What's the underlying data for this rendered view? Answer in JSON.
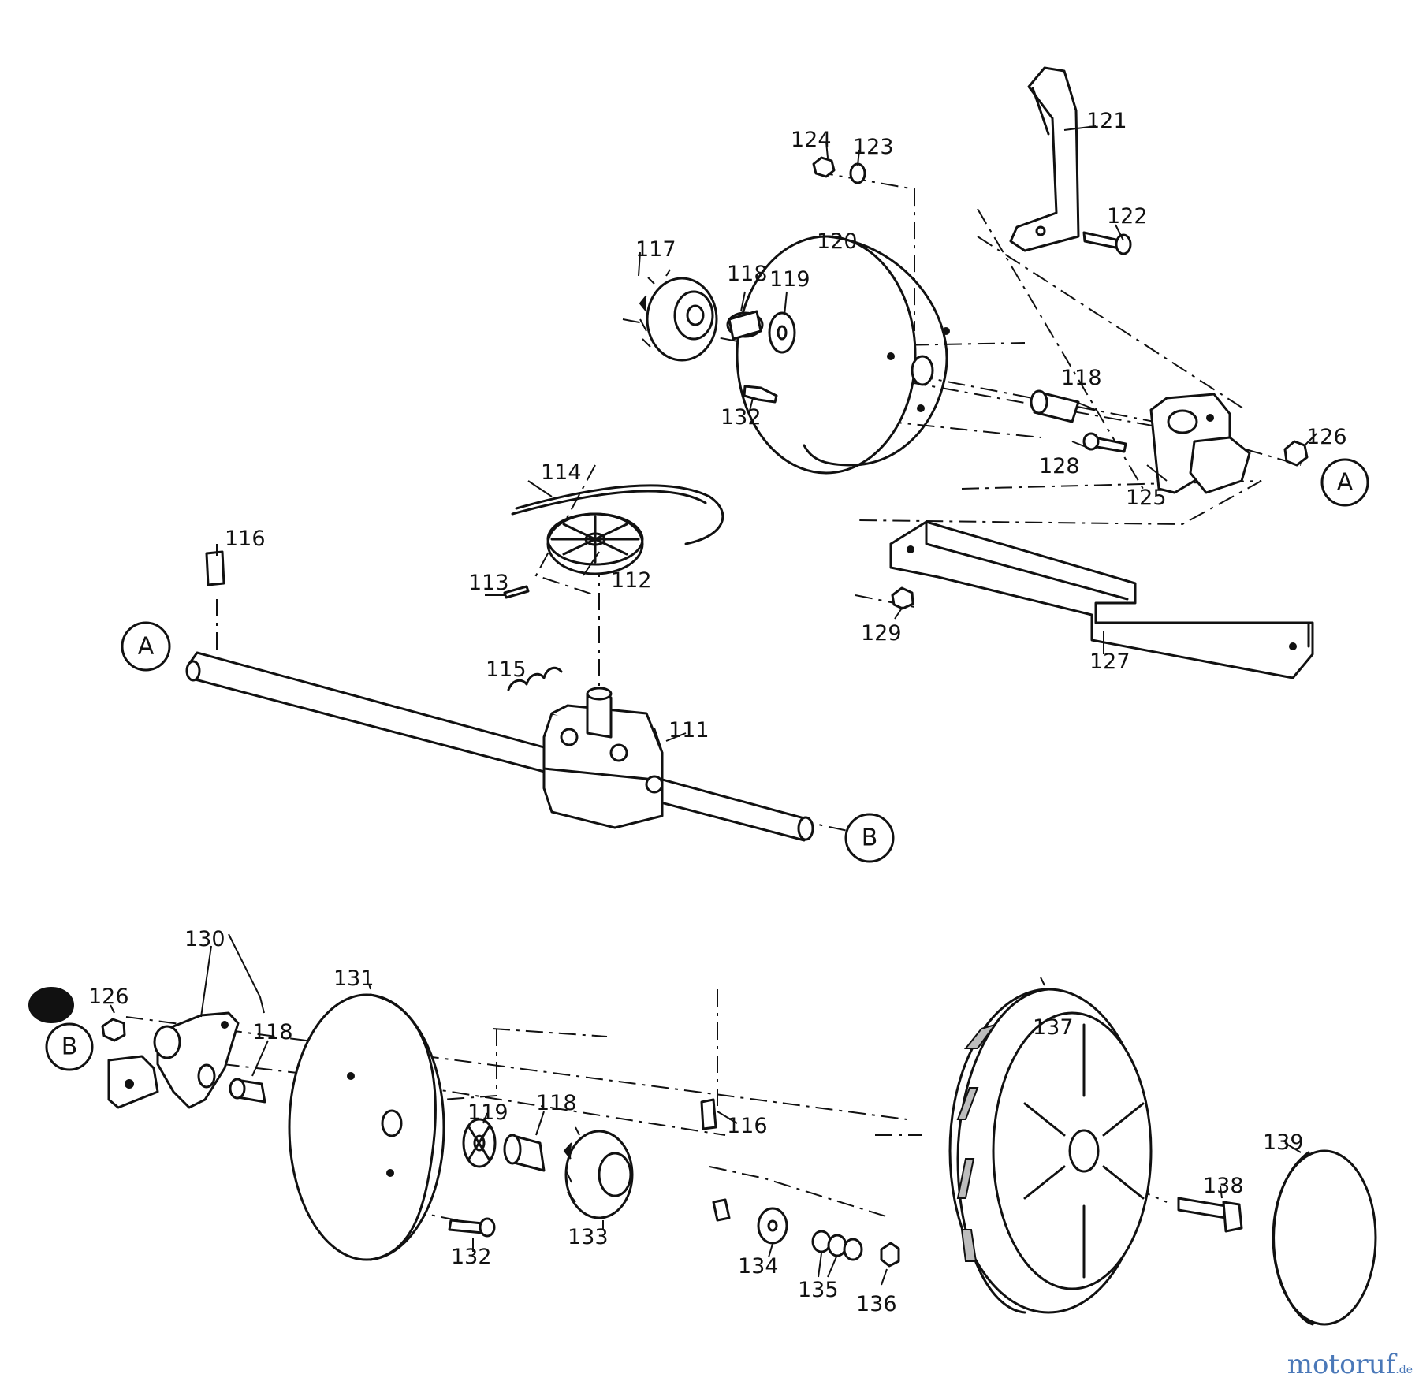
{
  "parts": [
    "111",
    "112",
    "113",
    "114",
    "115",
    "116",
    "116",
    "117",
    "118",
    "118",
    "118",
    "118",
    "119",
    "119",
    "120",
    "121",
    "122",
    "123",
    "124",
    "125",
    "126",
    "126",
    "127",
    "128",
    "129",
    "130",
    "131",
    "132",
    "132",
    "133",
    "134",
    "135",
    "136",
    "137",
    "138",
    "139"
  ],
  "refs": [
    "A",
    "A",
    "B",
    "B"
  ],
  "watermark": {
    "brand": "motoruf",
    "tld": ".de"
  }
}
